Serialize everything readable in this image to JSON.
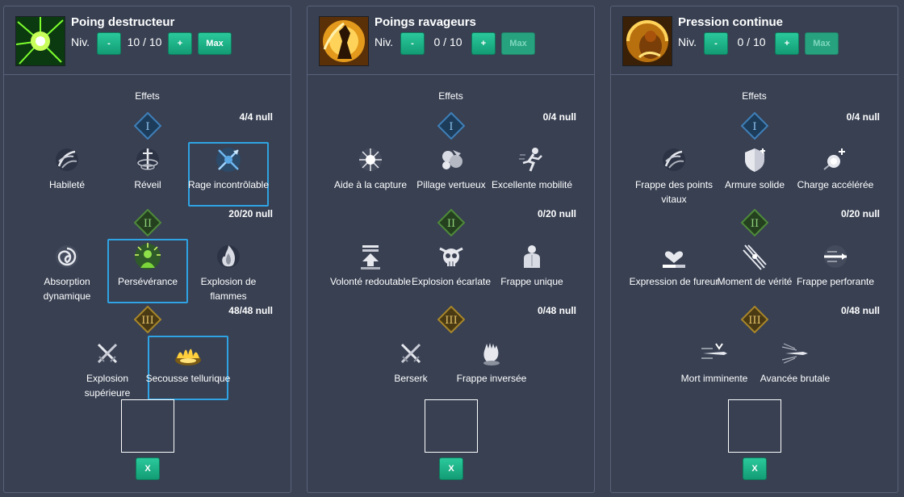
{
  "panels": [
    {
      "name": "Poing destructeur",
      "level_label": "Niv.",
      "level_text": "10 / 10",
      "minus_label": "-",
      "plus_label": "+",
      "max_label": "Max",
      "max_disabled": false,
      "effects_label": "Effets",
      "icon_theme": "green-burst",
      "tier1": {
        "numeral": "I",
        "count": "4/4 null",
        "options": [
          {
            "label": "Habileté",
            "icon": "claw-icon",
            "selected": false
          },
          {
            "label": "Réveil",
            "icon": "sword-swirl-icon",
            "selected": false
          },
          {
            "label": "Rage incontrôlable",
            "icon": "crossed-arrows-icon",
            "selected": true
          }
        ]
      },
      "tier2": {
        "numeral": "II",
        "count": "20/20 null",
        "options": [
          {
            "label": "Absorption dynamique",
            "icon": "swirl-icon",
            "selected": false
          },
          {
            "label": "Persévérance",
            "icon": "glowing-figure-icon",
            "selected": true
          },
          {
            "label": "Explosion de flammes",
            "icon": "flame-icon",
            "selected": false
          }
        ]
      },
      "tier3": {
        "numeral": "III",
        "count": "48/48 null",
        "options": [
          {
            "label": "Explosion supérieure",
            "icon": "crossed-swords-icon",
            "selected": false
          },
          {
            "label": "Secousse tellurique",
            "icon": "earth-quake-icon",
            "selected": true
          }
        ]
      },
      "close_label": "X"
    },
    {
      "name": "Poings ravageurs",
      "level_label": "Niv.",
      "level_text": "0 / 10",
      "minus_label": "-",
      "plus_label": "+",
      "max_label": "Max",
      "max_disabled": true,
      "effects_label": "Effets",
      "icon_theme": "gold-fighter",
      "tier1": {
        "numeral": "I",
        "count": "0/4 null",
        "options": [
          {
            "label": "Aide à la capture",
            "icon": "sun-burst-icon",
            "selected": false
          },
          {
            "label": "Pillage vertueux",
            "icon": "loot-icon",
            "selected": false
          },
          {
            "label": "Excellente mobilité",
            "icon": "runner-icon",
            "selected": false
          }
        ]
      },
      "tier2": {
        "numeral": "II",
        "count": "0/20 null",
        "options": [
          {
            "label": "Volonté redoutable",
            "icon": "down-arrow-icon",
            "selected": false
          },
          {
            "label": "Explosion écarlate",
            "icon": "skull-icon",
            "selected": false
          },
          {
            "label": "Frappe unique",
            "icon": "torso-icon",
            "selected": false
          }
        ]
      },
      "tier3": {
        "numeral": "III",
        "count": "0/48 null",
        "options": [
          {
            "label": "Berserk",
            "icon": "crossed-swords-icon",
            "selected": false
          },
          {
            "label": "Frappe inversée",
            "icon": "fist-icon",
            "selected": false
          }
        ]
      },
      "close_label": "X"
    },
    {
      "name": "Pression continue",
      "level_label": "Niv.",
      "level_text": "0 / 10",
      "minus_label": "-",
      "plus_label": "+",
      "max_label": "Max",
      "max_disabled": true,
      "effects_label": "Effets",
      "icon_theme": "gold-brute",
      "tier1": {
        "numeral": "I",
        "count": "0/4 null",
        "options": [
          {
            "label": "Frappe des points vitaux",
            "icon": "claw-icon",
            "selected": false
          },
          {
            "label": "Armure solide",
            "icon": "shield-icon",
            "selected": false
          },
          {
            "label": "Charge accélérée",
            "icon": "orb-plus-icon",
            "selected": false
          }
        ]
      },
      "tier2": {
        "numeral": "II",
        "count": "0/20 null",
        "options": [
          {
            "label": "Expression de fureur",
            "icon": "heart-bar-icon",
            "selected": false
          },
          {
            "label": "Moment de vérité",
            "icon": "slash-icon",
            "selected": false
          },
          {
            "label": "Frappe perforante",
            "icon": "pierce-icon",
            "selected": false
          }
        ]
      },
      "tier3": {
        "numeral": "III",
        "count": "0/48 null",
        "options": [
          {
            "label": "Mort imminente",
            "icon": "dash-blade-icon",
            "selected": false
          },
          {
            "label": "Avancée brutale",
            "icon": "speed-blade-icon",
            "selected": false
          }
        ]
      },
      "close_label": "X"
    }
  ]
}
